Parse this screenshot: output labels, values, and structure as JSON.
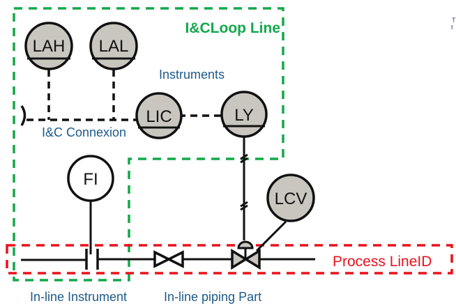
{
  "diagram": {
    "type": "P&ID instrumentation loop",
    "colors": {
      "loop_box": "#13a84a",
      "process_box": "#e8121c",
      "label_blue": "#1d5a8a",
      "instrument_fill": "#c9c6c0",
      "line": "#111111"
    },
    "labels": {
      "loop_line": "I&CLoop Line",
      "instruments": "Instruments",
      "connexion": "I&C Connexion",
      "process_line": "Process LineID",
      "inline_instrument": "In-line Instrument",
      "inline_piping": "In-line piping Part",
      "corner_fragment_1": "T",
      "corner_fragment_2": "t"
    },
    "instruments": [
      {
        "tag": "LAH",
        "kind": "shared-display"
      },
      {
        "tag": "LAL",
        "kind": "shared-display"
      },
      {
        "tag": "LIC",
        "kind": "shared-display"
      },
      {
        "tag": "LY",
        "kind": "shared-display"
      },
      {
        "tag": "FI",
        "kind": "field-mounted"
      },
      {
        "tag": "LCV",
        "kind": "field-mounted"
      }
    ],
    "piping_components": [
      {
        "name": "orifice-plate"
      },
      {
        "name": "gate-valve"
      },
      {
        "name": "control-valve"
      }
    ]
  }
}
